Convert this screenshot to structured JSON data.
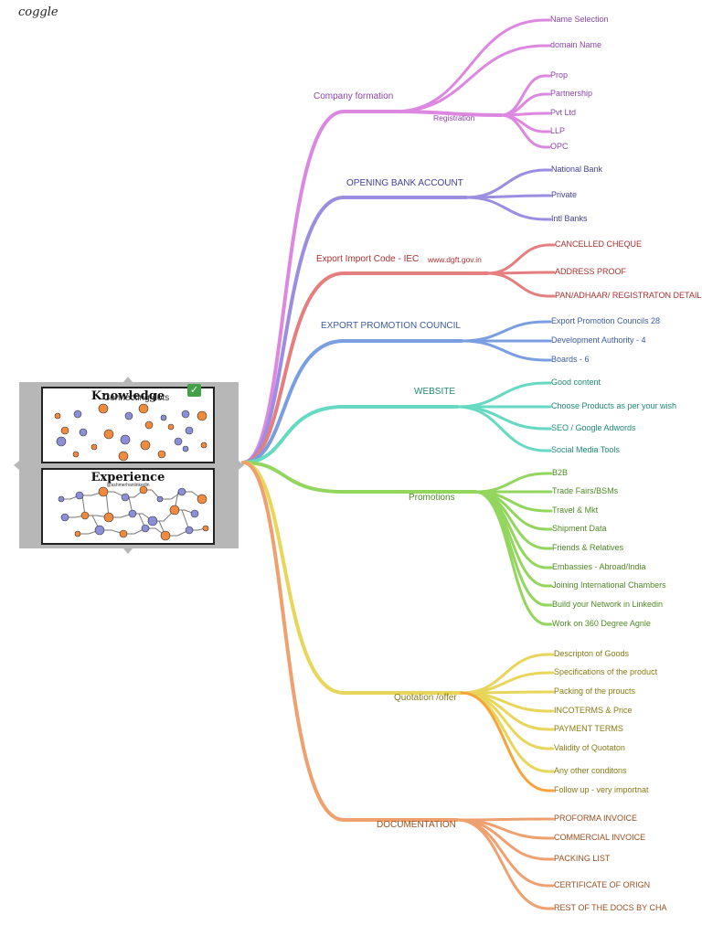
{
  "app": {
    "logo": "coggle"
  },
  "center_image": {
    "knowledge_title": "Knowledge",
    "experience_title": "Experience",
    "caption": "Connecting dots",
    "experience_subtitle": "@ashmerhanlinkedin"
  },
  "branches": [
    {
      "label": "Company formation",
      "color": "#dd88e0",
      "text_color": "#8e44ad",
      "sub": {
        "label": "Registration"
      },
      "items": [
        "Name Selection",
        "domain Name",
        "Prop",
        "Partnership",
        "Pvt Ltd",
        "LLP",
        "OPC"
      ]
    },
    {
      "label": "OPENING BANK ACCOUNT",
      "color": "#9b8ddf",
      "text_color": "#3f3f9e",
      "items": [
        "National Bank",
        "Private",
        "Intl Banks"
      ]
    },
    {
      "label": "Export Import Code - IEC",
      "color": "#e57f7f",
      "text_color": "#a93030",
      "sub": {
        "label": "www.dgft.gov.in"
      },
      "items": [
        "CANCELLED CHEQUE",
        "ADDRESS PROOF",
        "PAN/ADHAAR/ REGISTRATON DETAILS"
      ]
    },
    {
      "label": "EXPORT PROMOTION COUNCIL",
      "color": "#7a9fe0",
      "text_color": "#3b5ca3",
      "items": [
        "Export Promotion Councils 28",
        "Development Authority - 4",
        "Boards - 6"
      ]
    },
    {
      "label": "WEBSITE",
      "color": "#66d9c2",
      "text_color": "#1f8a76",
      "items": [
        "Good content",
        "Choose Products as per your wish",
        "SEO / Google Adwords",
        "Social Media Tools"
      ]
    },
    {
      "label": "Promotions",
      "color": "#92d65e",
      "text_color": "#4e8a25",
      "items": [
        "B2B",
        "Trade Fairs/BSMs",
        "Travel & Mkt",
        "Shipment Data",
        "Friends & Relatives",
        "Embassies - Abroad/India",
        "Joining International Chambers",
        "Build your Network in Linkedin",
        "Work on 360 Degree Agnle"
      ]
    },
    {
      "label": "Quotation /offer",
      "color": "#e8d65a",
      "text_color": "#8a7a14",
      "items": [
        "Descripton of Goods",
        "Specifications of the product",
        "Packing of the proucts",
        "INCOTERMS & Price",
        "PAYMENT TERMS",
        "Validity of Quotaton",
        "Any other conditons",
        "Follow up - very importnat"
      ],
      "highlight_color": "#f8a23a"
    },
    {
      "label": "DOCUMENTATION",
      "color": "#eea06f",
      "text_color": "#9a5020",
      "items": [
        "PROFORMA INVOICE",
        "COMMERCIAL INVOICE",
        "PACKING LIST",
        "CERTIFICATE OF ORIGN",
        "REST OF THE DOCS BY CHA"
      ]
    }
  ]
}
